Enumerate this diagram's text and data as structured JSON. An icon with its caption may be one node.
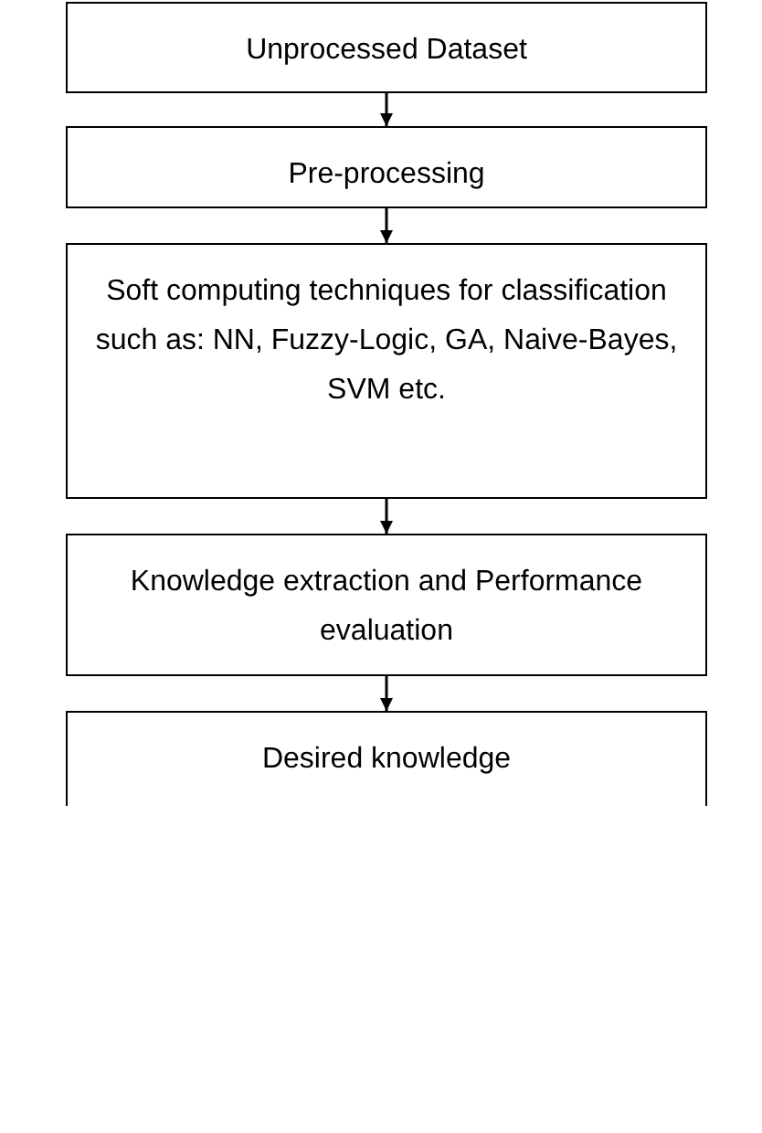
{
  "diagram": {
    "nodes": [
      {
        "text": [
          "Unprocessed Dataset"
        ]
      },
      {
        "text": [
          "Pre-processing"
        ]
      },
      {
        "text": [
          "Soft computing techniques for classification such as: NN, Fuzzy-Logic, GA, Naive-Bayes, SVM etc."
        ]
      },
      {
        "text": [
          "Knowledge extraction and Performance evaluation"
        ]
      },
      {
        "text": [
          "Desired knowledge"
        ]
      }
    ],
    "edges": [
      {
        "from": 0,
        "to": 1,
        "arrow": "to"
      },
      {
        "from": 1,
        "to": 2,
        "arrow": "to"
      },
      {
        "from": 2,
        "to": 3,
        "arrow": "to"
      },
      {
        "from": 3,
        "to": 4,
        "arrow": "to"
      }
    ]
  }
}
